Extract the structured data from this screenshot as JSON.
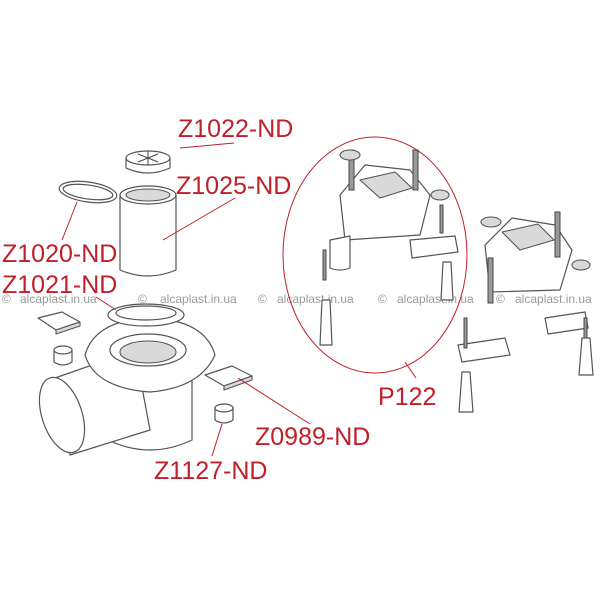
{
  "labels": {
    "z1022": "Z1022-ND",
    "z1025": "Z1025-ND",
    "z1020": "Z1020-ND",
    "z1021": "Z1021-ND",
    "p122": "P122",
    "z0989": "Z0989-ND",
    "z1127": "Z1127-ND"
  },
  "watermark": {
    "symbol": "©",
    "text": "alcaplast.in.ua",
    "count": 5
  },
  "colors": {
    "label": "#c0202a",
    "outline": "#555555",
    "watermark": "#9a9a9a"
  }
}
